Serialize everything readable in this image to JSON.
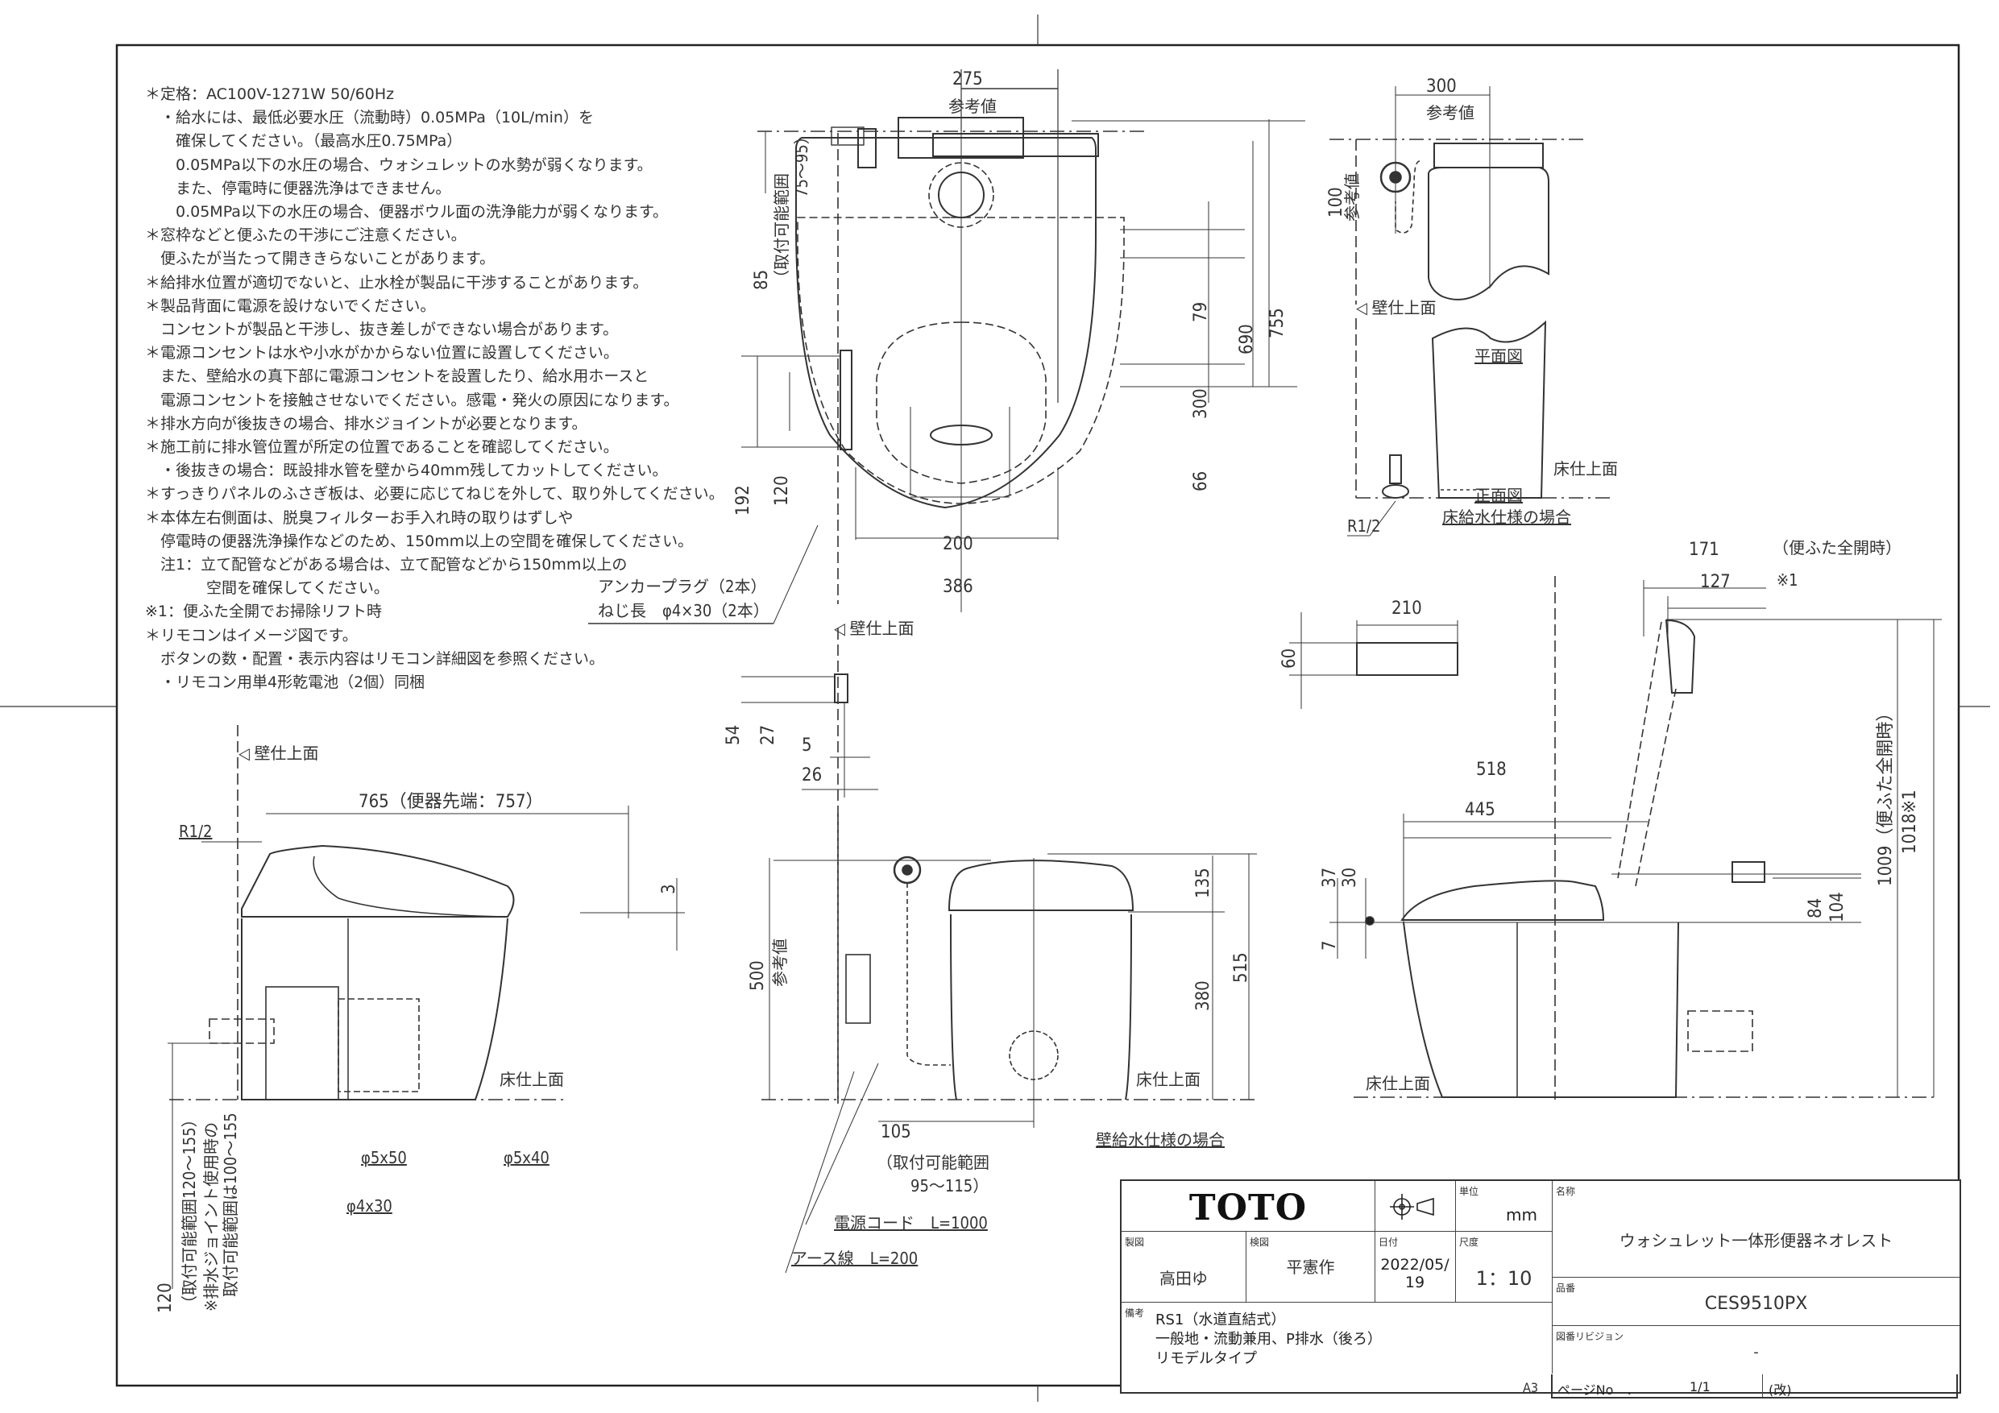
{
  "notes": [
    "＊定格：AC100V-1271W 50/60Hz",
    "　・給水には、最低必要水圧（流動時）0.05MPa（10L/min）を",
    "　　確保してください。（最高水圧0.75MPa）",
    "　　0.05MPa以下の水圧の場合、ウォシュレットの水勢が弱くなります。",
    "　　また、停電時に便器洗浄はできません。",
    "　　0.05MPa以下の水圧の場合、便器ボウル面の洗浄能力が弱くなります。",
    "＊窓枠などと便ふたの干渉にご注意ください。",
    "　便ふたが当たって開ききらないことがあります。",
    "＊給排水位置が適切でないと、止水栓が製品に干渉することがあります。",
    "＊製品背面に電源を設けないでください。",
    "　コンセントが製品と干渉し、抜き差しができない場合があります。",
    "＊電源コンセントは水や小水がかからない位置に設置してください。",
    "　また、壁給水の真下部に電源コンセントを設置したり、給水用ホースと",
    "　電源コンセントを接触させないでください。感電・発火の原因になります。",
    "＊排水方向が後抜きの場合、排水ジョイントが必要となります。",
    "＊施工前に排水管位置が所定の位置であることを確認してください。",
    "　・後抜きの場合：既設排水管を壁から40mm残してカットしてください。",
    "＊すっきりパネルのふさぎ板は、必要に応じてねじを外して、取り外してください。",
    "＊本体左右側面は、脱臭フィルターお手入れ時の取りはずしや",
    "　停電時の便器洗浄操作などのため、150mm以上の空間を確保してください。",
    "　注1：立て配管などがある場合は、立て配管などから150mm以上の",
    "　　　　空間を確保してください。",
    "※1：便ふた全開でお掃除リフト時",
    "＊リモコンはイメージ図です。",
    "　ボタンの数・配置・表示内容はリモコン詳細図を参照ください。",
    "　・リモコン用単4形乾電池（2個）同梱"
  ],
  "plan_view": {
    "dim_275": "275",
    "ref_value": "参考値",
    "dim_85": "85",
    "range_label": "（取付可能範囲",
    "range_value": "75～95）",
    "dim_79": "79",
    "dim_300": "300",
    "dim_66": "66",
    "dim_690": "690",
    "dim_755": "755",
    "dim_200": "200",
    "dim_386": "386",
    "dim_192": "192",
    "dim_120": "120",
    "anchor_line1": "アンカープラグ（2本）",
    "anchor_line2": "ねじ長　φ4×30（2本）",
    "wall_surface": "◁ 壁仕上面"
  },
  "remote_side": {
    "dim_54": "54",
    "dim_27": "27",
    "dim_5": "5",
    "dim_26": "26",
    "wall_surface": "◁ 壁仕上面"
  },
  "floor_supply": {
    "dim_300": "300",
    "ref_value": "参考値",
    "dim_100": "100",
    "ref_value_v": "参考値",
    "wall_surface": "◁ 壁仕上面",
    "plan_label": "平面図",
    "front_label": "正面図",
    "case_label": "床給水仕様の場合",
    "floor_surface": "床仕上面",
    "r12": "R1/2"
  },
  "remote": {
    "dim_210": "210",
    "dim_60": "60"
  },
  "side_view_left": {
    "wall_surface": "◁ 壁仕上面",
    "dim_765": "765（便器先端：757）",
    "r12": "R1/2",
    "dim_3": "3",
    "floor_surface": "床仕上面",
    "screw_5x50": "φ5x50",
    "screw_4x30": "φ4x30",
    "screw_5x40": "φ5x40",
    "dim_120": "120",
    "range_1": "（取付可能範囲120～155）",
    "range_2": "※排水ジョイント使用時の",
    "range_3": "取付可能範囲は100～155"
  },
  "front_view": {
    "dim_500": "500",
    "ref_value": "参考値",
    "dim_135": "135",
    "dim_380": "380",
    "dim_515": "515",
    "floor_surface": "床仕上面",
    "case_label": "壁給水仕様の場合",
    "dim_105": "105",
    "range_1": "（取付可能範囲",
    "range_2": "95～115）",
    "power_cord": "電源コード　L=1000",
    "earth_wire": "アース線　L=200"
  },
  "side_view_right": {
    "dim_171": "171",
    "lid_open": "（便ふた全開時）",
    "note_ref": "※1",
    "dim_127": "127",
    "dim_518": "518",
    "dim_445": "445",
    "dim_37": "37",
    "dim_30": "30",
    "dim_7": "7",
    "dim_84": "84",
    "dim_104": "104",
    "dim_1009": "1009（便ふた全開時）",
    "dim_1018": "1018※1",
    "floor_surface": "床仕上面"
  },
  "title_block": {
    "logo": "TOTO",
    "unit_label": "単位",
    "unit_value": "mm",
    "drawn_label": "製図",
    "drawn_value": "高田ゆ",
    "checked_label": "検図",
    "checked_value": "平憲作",
    "date_label": "日付",
    "date_value": "2022/05/19",
    "scale_label": "尺度",
    "scale_value": "1：10",
    "name_label": "名称",
    "name_value": "ウォシュレット一体形便器ネオレスト",
    "part_label": "品番",
    "part_value": "CES9510PX",
    "revision_label": "図番リビジョン",
    "revision_value": "-",
    "remarks_label": "備考",
    "remarks_1": "RS1（水道直結式）",
    "remarks_2": "一般地・流動兼用、P排水（後ろ）",
    "remarks_3": "リモデルタイプ",
    "paper_size": "A3",
    "page_label": "ページNo　．",
    "page_value": "1/1",
    "rev_mark": "(改)"
  }
}
